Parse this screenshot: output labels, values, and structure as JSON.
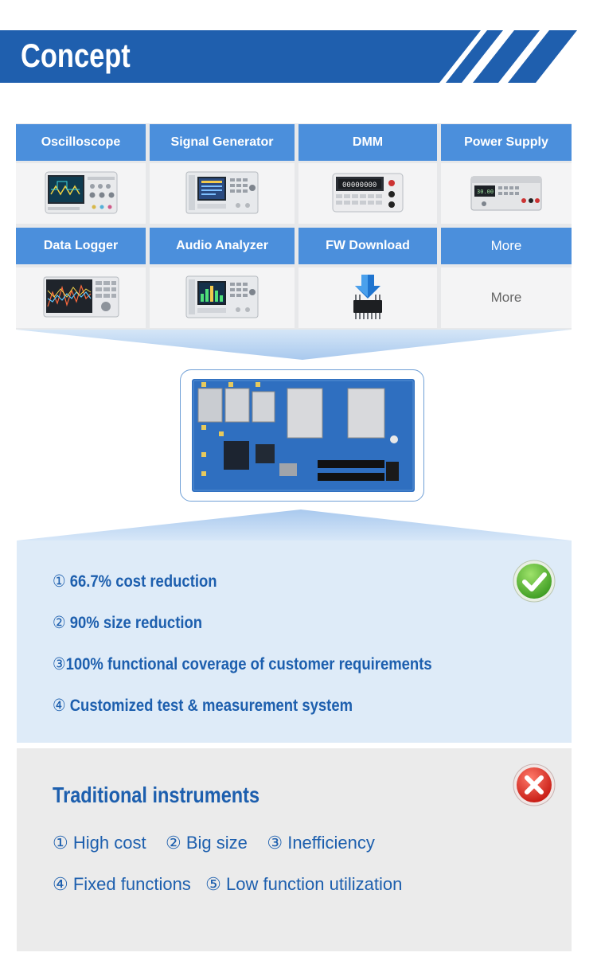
{
  "banner": {
    "title": "Concept"
  },
  "instruments": {
    "row1": [
      {
        "label": "Oscilloscope",
        "icon": "oscilloscope-icon"
      },
      {
        "label": "Signal Generator",
        "icon": "signal-generator-icon"
      },
      {
        "label": "DMM",
        "icon": "dmm-icon"
      },
      {
        "label": "Power Supply",
        "icon": "power-supply-icon"
      }
    ],
    "row2": [
      {
        "label": "Data Logger",
        "icon": "data-logger-icon"
      },
      {
        "label": "Audio Analyzer",
        "icon": "audio-analyzer-icon"
      },
      {
        "label": "FW Download",
        "icon": "fw-download-icon"
      },
      {
        "label": "More",
        "icon": ""
      }
    ],
    "more_text": "More"
  },
  "advantages": {
    "items": [
      {
        "num": "①",
        "text": " 66.7% cost reduction"
      },
      {
        "num": "②",
        "text": " 90% size reduction"
      },
      {
        "num": "③",
        "text": "100% functional coverage of customer requirements"
      },
      {
        "num": "④",
        "text": " Customized test & measurement system"
      }
    ],
    "badge_icon": "check-badge-icon"
  },
  "traditional": {
    "title": "Traditional instruments",
    "line1": [
      {
        "num": "①",
        "text": " High cost"
      },
      {
        "num": "②",
        "text": " Big size"
      },
      {
        "num": "③",
        "text": " Inefficiency"
      }
    ],
    "line2": [
      {
        "num": "④",
        "text": " Fixed functions"
      },
      {
        "num": "⑤",
        "text": " Low function utilization"
      }
    ],
    "badge_icon": "cross-badge-icon"
  },
  "colors": {
    "banner_blue": "#1f5fae",
    "header_blue": "#4b8fdc",
    "text_blue": "#1d5fae",
    "good_panel": "#deebf8",
    "bad_panel": "#ebebeb"
  }
}
